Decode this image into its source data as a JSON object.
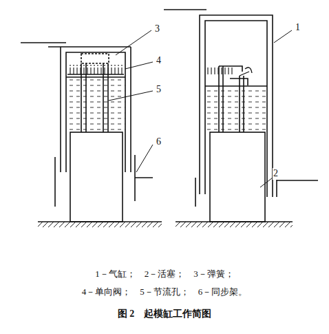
{
  "diagram": {
    "caption": "图 2　起模缸工作简图",
    "labels": [
      "3",
      "4",
      "5",
      "6",
      "1",
      "2",
      "1－气缸；　2－活塞；　3－弹簧；",
      "4－单向阀；　5－节流孔；　6－同步架。"
    ]
  }
}
